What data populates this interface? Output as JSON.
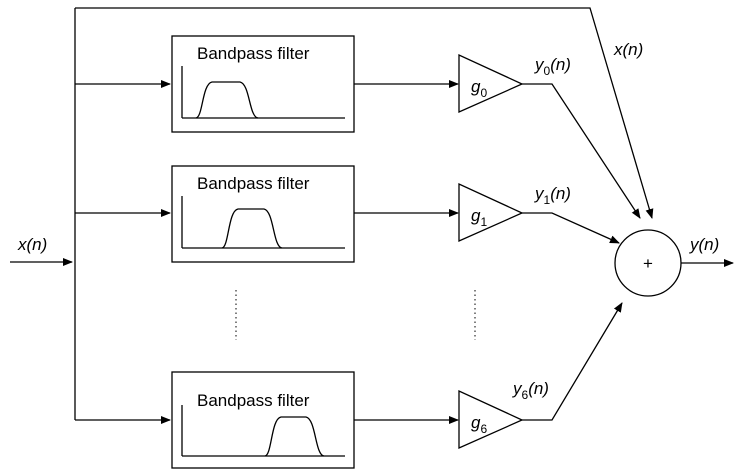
{
  "input_signal": "x(n)",
  "bypass_signal": "x(n)",
  "output_signal": "y(n)",
  "summer_symbol": "+",
  "filters": [
    {
      "label": "Bandpass filter"
    },
    {
      "label": "Bandpass filter"
    },
    {
      "label": "Bandpass filter"
    }
  ],
  "gains": [
    {
      "base": "g",
      "sub": "0"
    },
    {
      "base": "g",
      "sub": "1"
    },
    {
      "base": "g",
      "sub": "6"
    }
  ],
  "branch_outputs": [
    {
      "base": "y",
      "sub": "0",
      "arg": "(n)"
    },
    {
      "base": "y",
      "sub": "1",
      "arg": "(n)"
    },
    {
      "base": "y",
      "sub": "6",
      "arg": "(n)"
    }
  ]
}
